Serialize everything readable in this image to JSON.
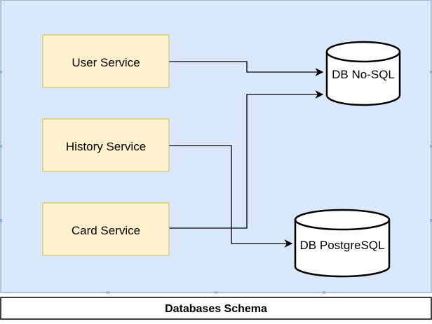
{
  "services": [
    {
      "label": "User Service"
    },
    {
      "label": "History Service"
    },
    {
      "label": "Card Service"
    }
  ],
  "databases": [
    {
      "label": "DB No-SQL"
    },
    {
      "label": "DB PostgreSQL"
    }
  ],
  "footer": {
    "title": "Databases Schema"
  },
  "colors": {
    "container_fill": "#dae8fc",
    "container_stroke": "#6c8ebf",
    "service_fill": "#fff2cc",
    "service_stroke": "#d6b656",
    "db_fill": "#ffffff",
    "db_stroke": "#000000",
    "connector": "#000000"
  }
}
